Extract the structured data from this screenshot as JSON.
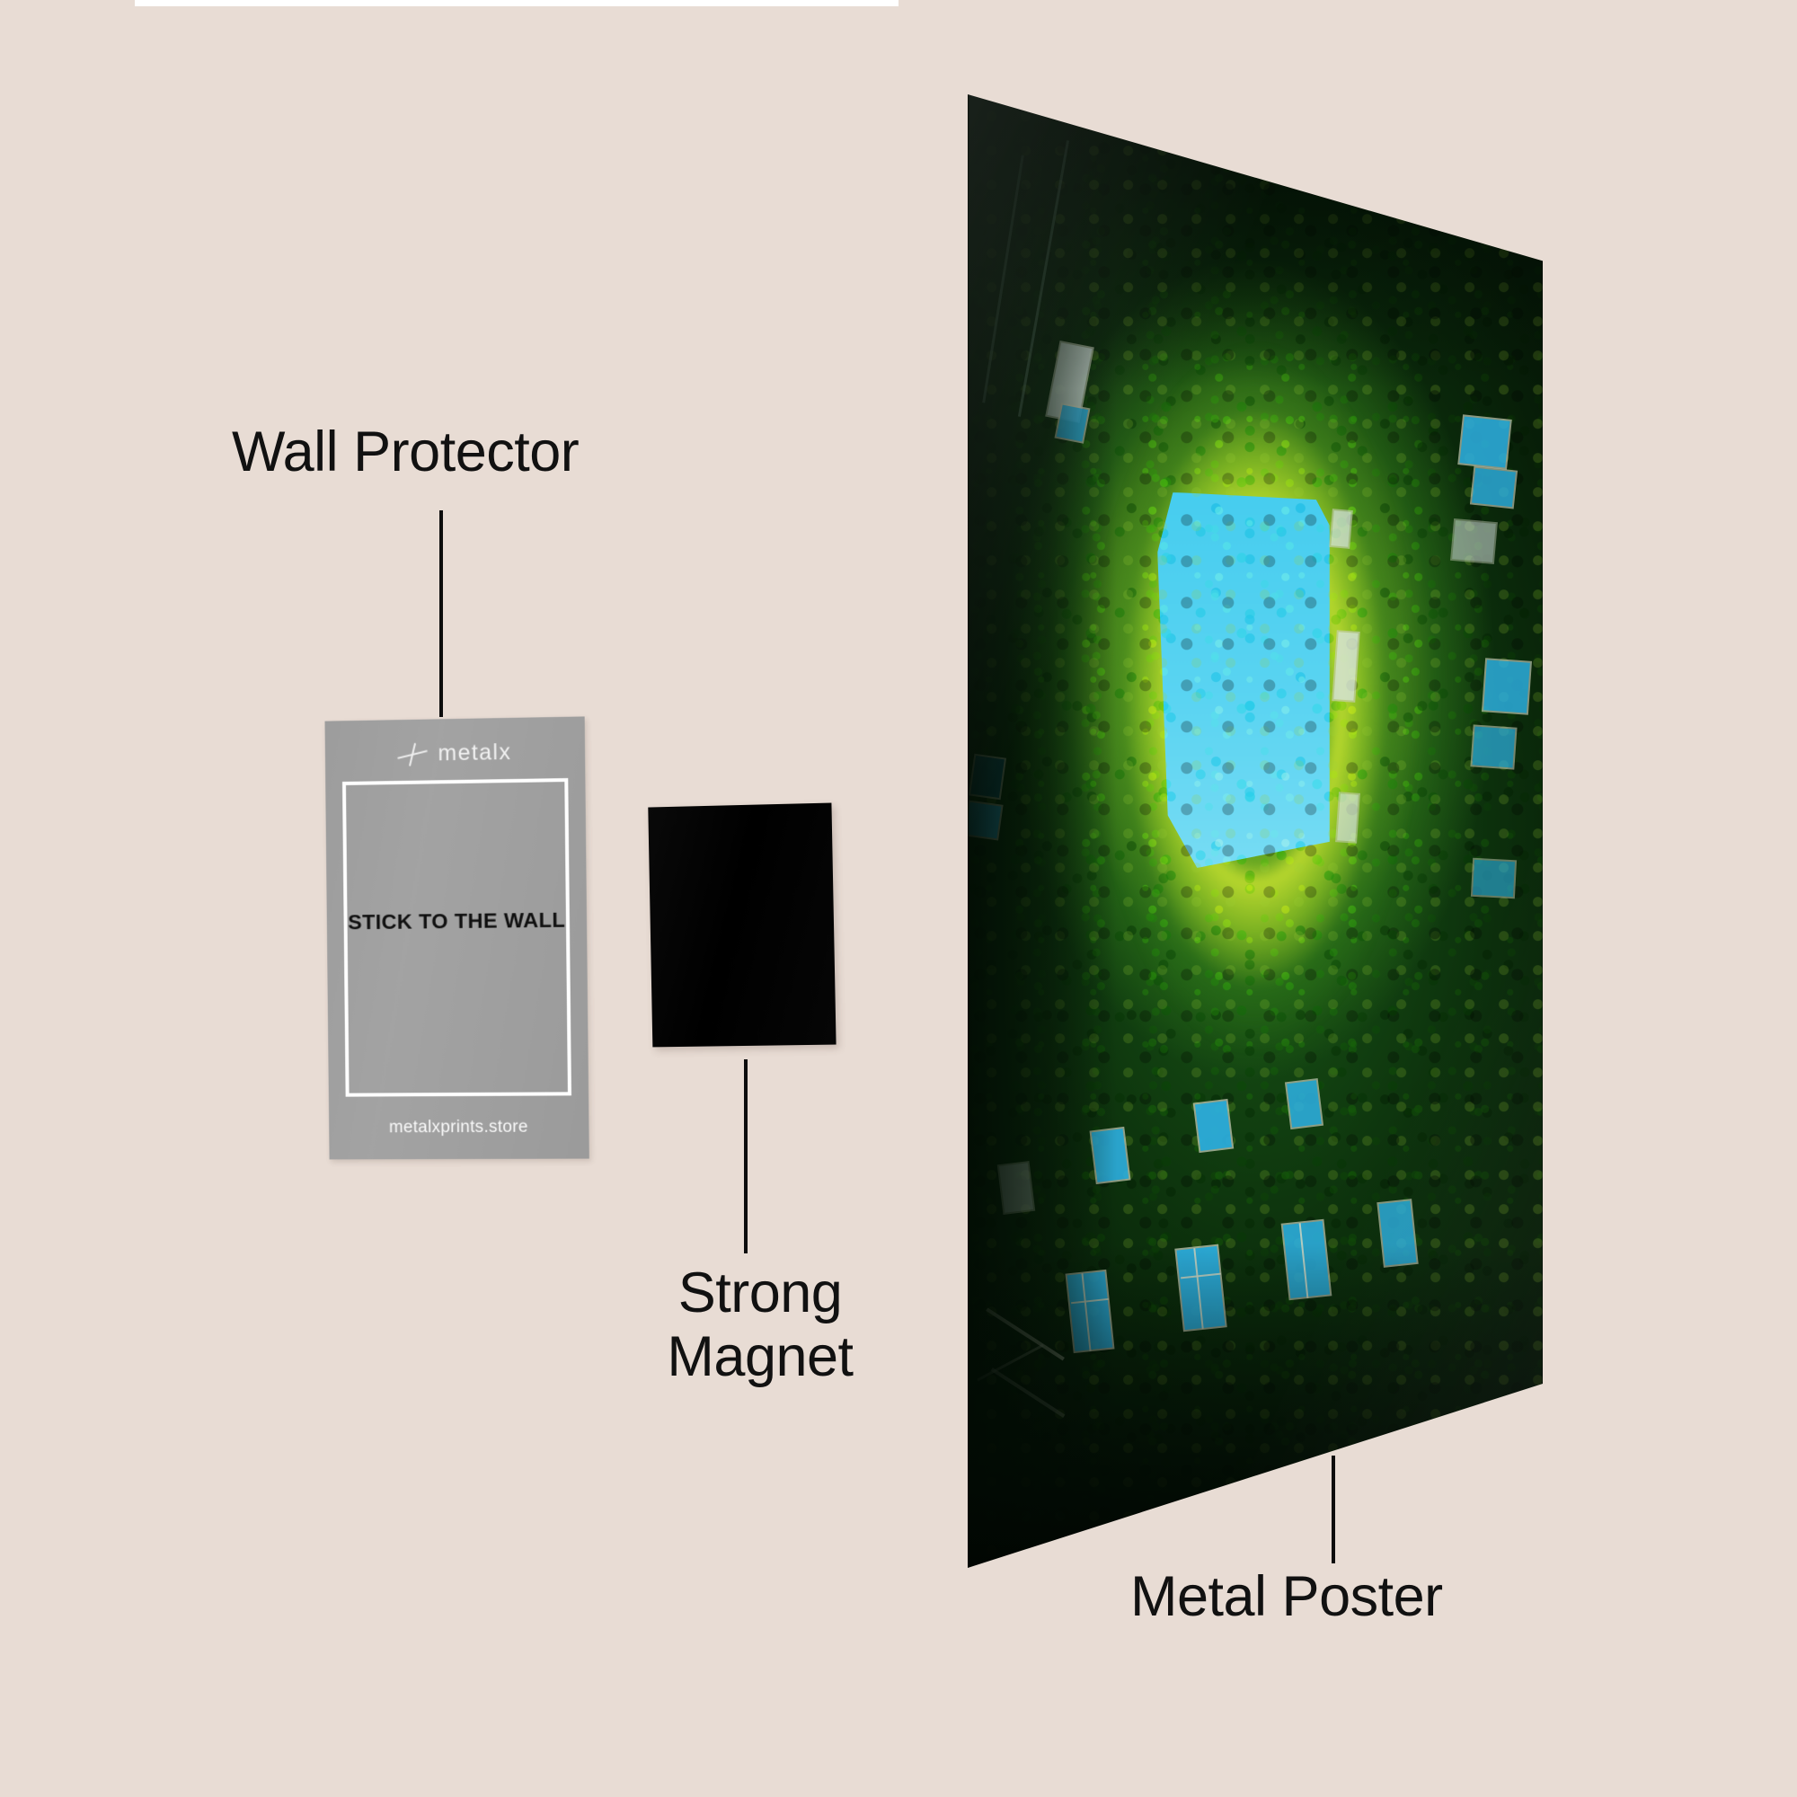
{
  "page": {
    "background_color": "#e8dcd4",
    "title": "Metal Poster mounting components infographic"
  },
  "callouts": [
    {
      "id": "wall-protector",
      "label": "Wall Protector"
    },
    {
      "id": "strong-magnet",
      "label": "Strong\nMagnet"
    },
    {
      "id": "metal-poster",
      "label": "Metal Poster"
    }
  ],
  "wall_protector": {
    "brand_name": "metalx",
    "brand_mark": "metalx-cross-icon",
    "cta_text": "STICK TO THE WALL",
    "website": "metalxprints.store",
    "card_color": "#a0a0a0",
    "frame_color": "#ffffff",
    "cta_color": "#101010"
  },
  "strong_magnet": {
    "color": "#000000",
    "shape": "square-plate"
  },
  "metal_poster": {
    "artwork_subject": "Ivy-covered courtyard building looking up at blue sky",
    "sky_color": "#4fd0ee",
    "foliage_highlight_color": "#c6e234",
    "foliage_shadow_color": "#0a2a10",
    "window_color": "#2eb3e6",
    "finish": "glossy metal print"
  }
}
